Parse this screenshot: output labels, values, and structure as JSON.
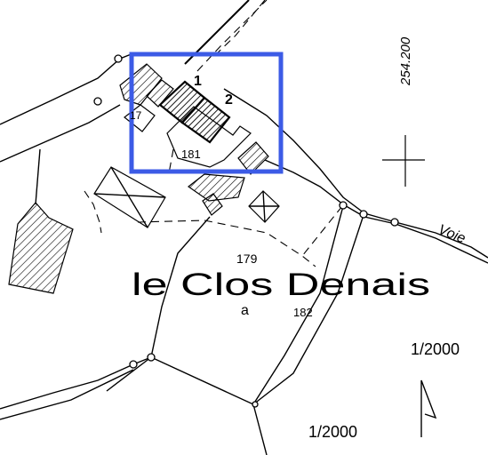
{
  "map": {
    "place_name": "le Clos Denais",
    "road_name": "Voie",
    "scale_top": "1/2000",
    "scale_bottom": "1/2000",
    "coordinate_label": "254.200",
    "parcels": {
      "p179": "179",
      "p179_sub": "a",
      "p181": "181",
      "p182": "182",
      "p177": "17"
    },
    "building_numbers": {
      "b1": "1",
      "b2": "2"
    },
    "highlight_color": "#3c5be6",
    "ink_color": "#000000",
    "background_color": "#ffffff"
  }
}
